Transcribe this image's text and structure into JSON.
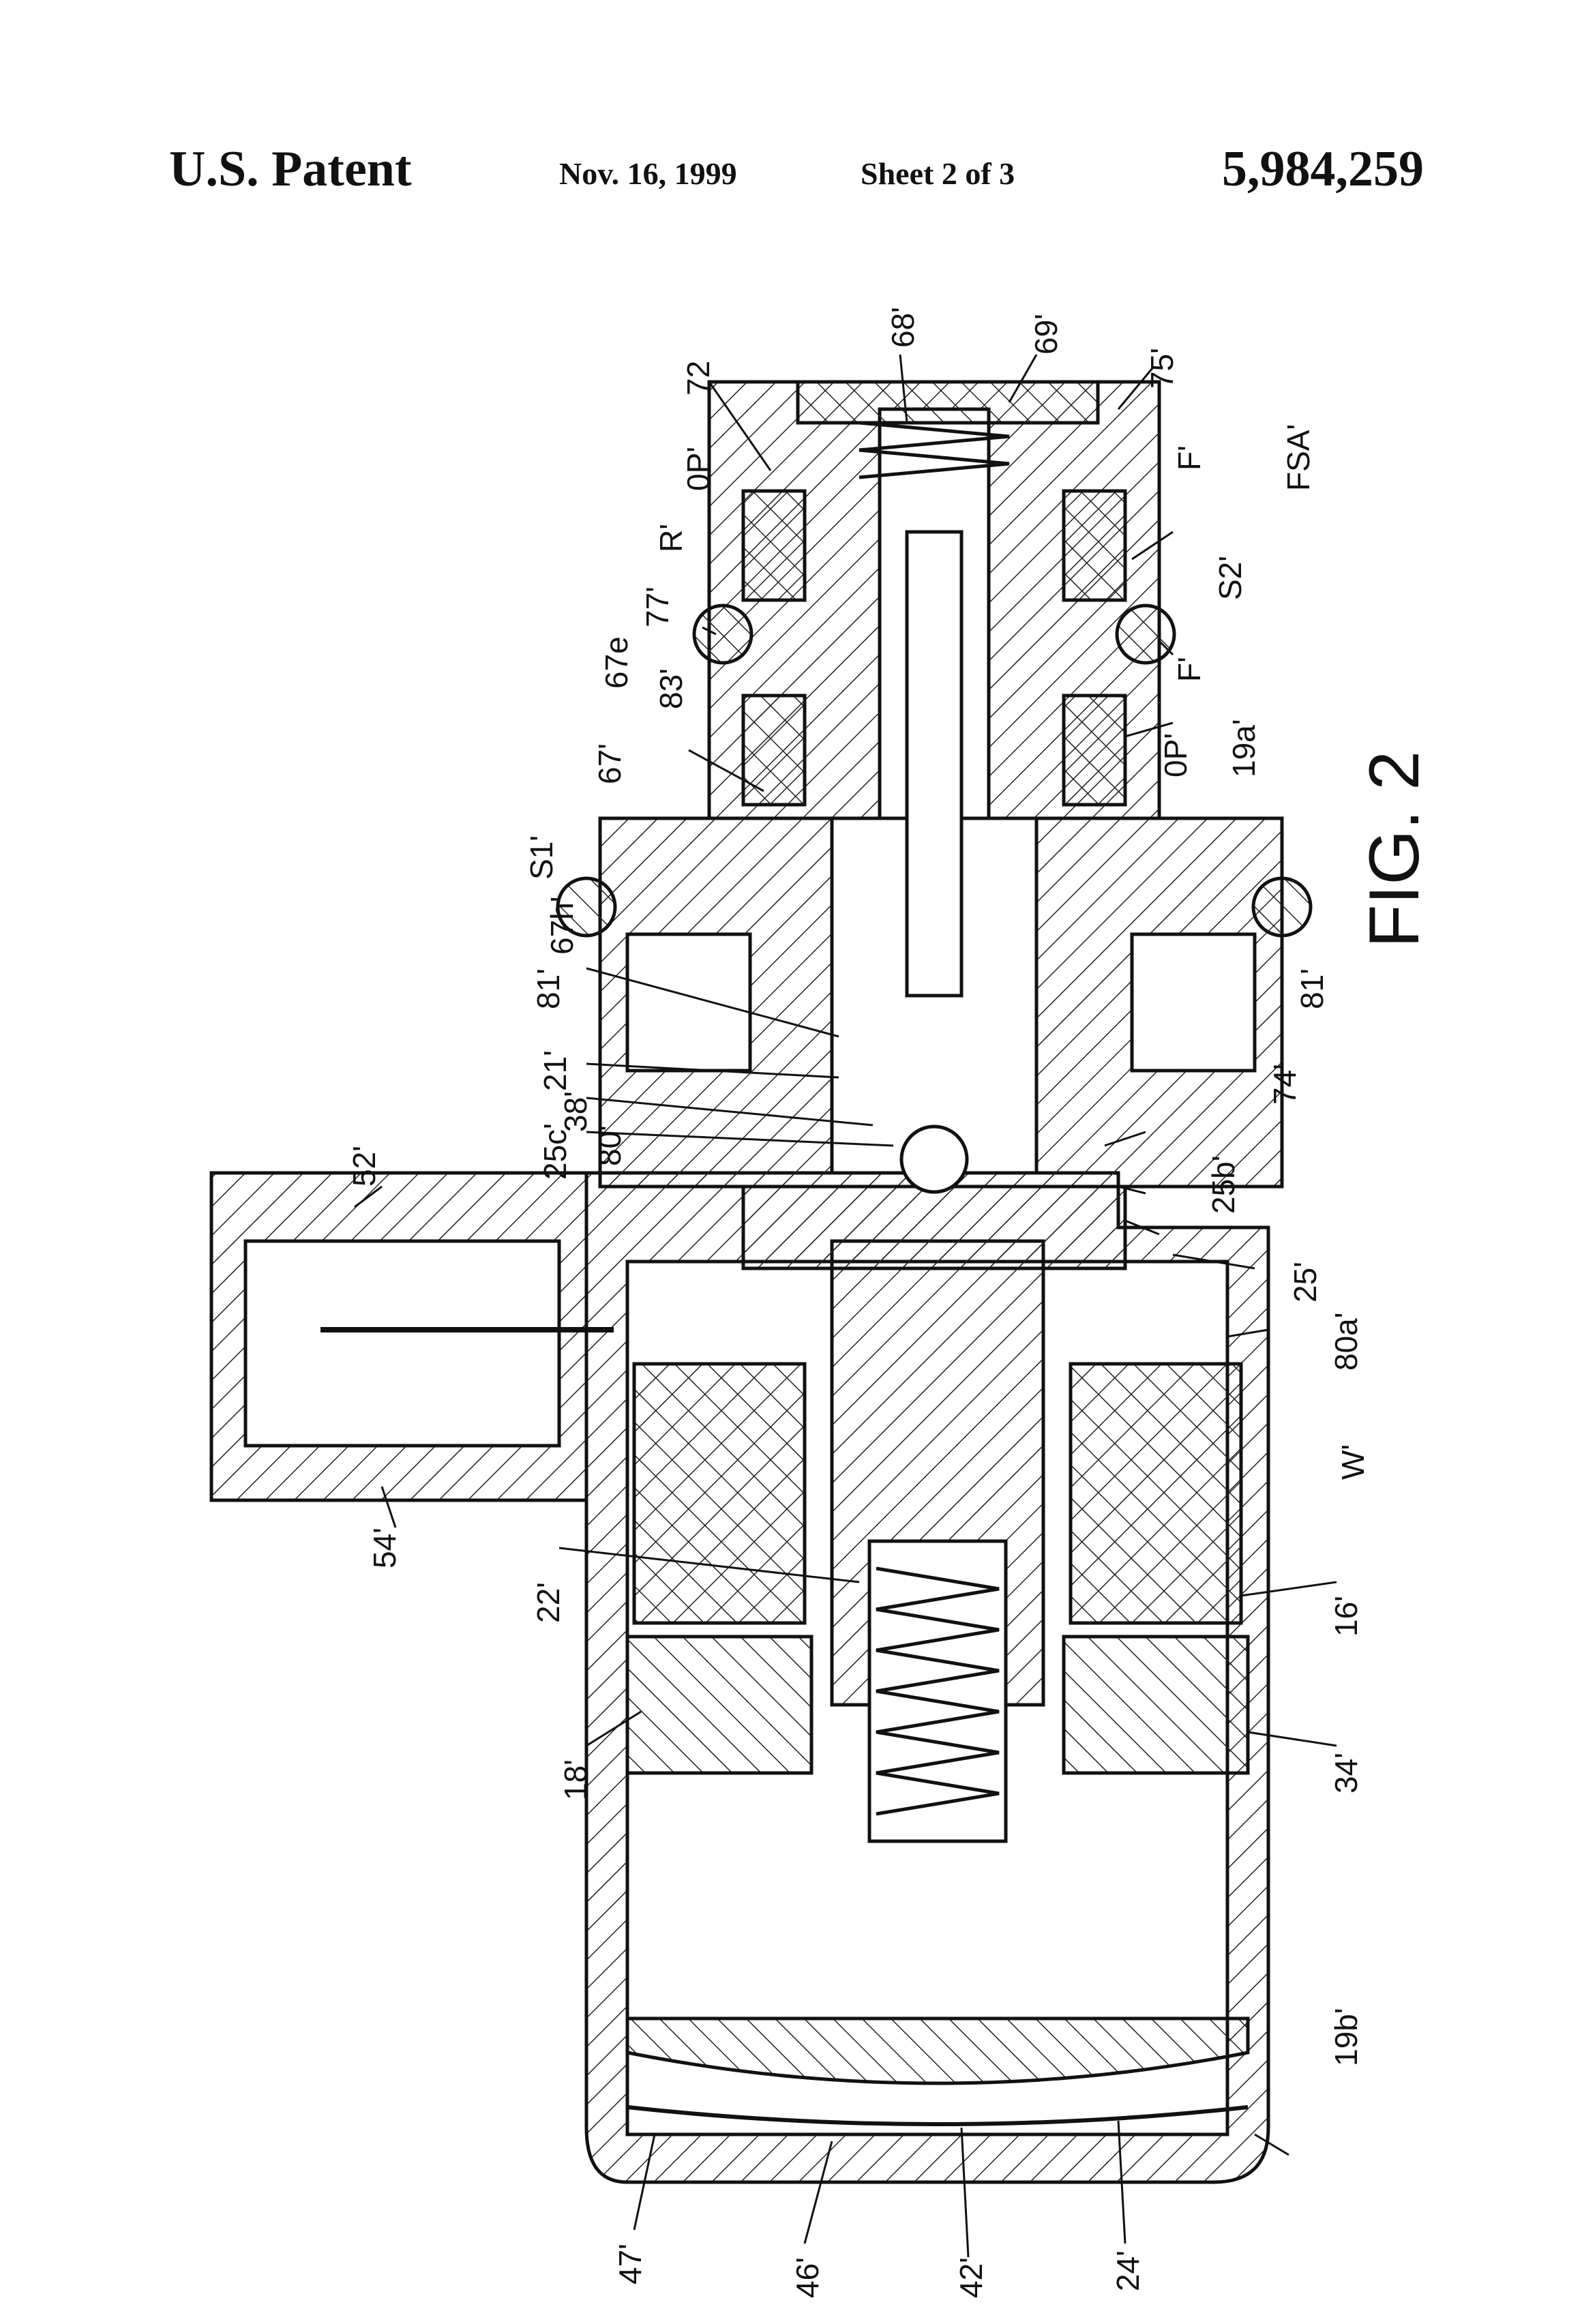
{
  "header": {
    "left": "U.S. Patent",
    "date": "Nov. 16, 1999",
    "sheet": "Sheet 2 of 3",
    "patent_number": "5,984,259"
  },
  "figure": {
    "caption": "FIG. 2",
    "labels": {
      "l68": "68'",
      "l69": "69'",
      "l72": "72",
      "l75": "75'",
      "lOPtop": "0P'",
      "lRp": "R'",
      "lFtop": "F'",
      "lFSA": "FSA'",
      "l77": "77'",
      "l67e": "67e",
      "l83": "83'",
      "l67": "67'",
      "lS2": "S2'",
      "lFbot": "F'",
      "lOPbot": "0P'",
      "l19a": "19a'",
      "lS1": "S1'",
      "l67h": "67h'",
      "l81a": "81'",
      "l81b": "81'",
      "l21": "21'",
      "l38": "38'",
      "l80": "80'",
      "l25c": "25c'",
      "l74": "74'",
      "l25b": "25b'",
      "l52": "52'",
      "l25": "25'",
      "l80a": "80a'",
      "lW": "W'",
      "l54": "54'",
      "l22": "22'",
      "l16": "16'",
      "l18": "18'",
      "l34": "34'",
      "l19b": "19b'",
      "l47": "47'",
      "l46": "46'",
      "l42": "42'",
      "l24": "24'"
    }
  }
}
